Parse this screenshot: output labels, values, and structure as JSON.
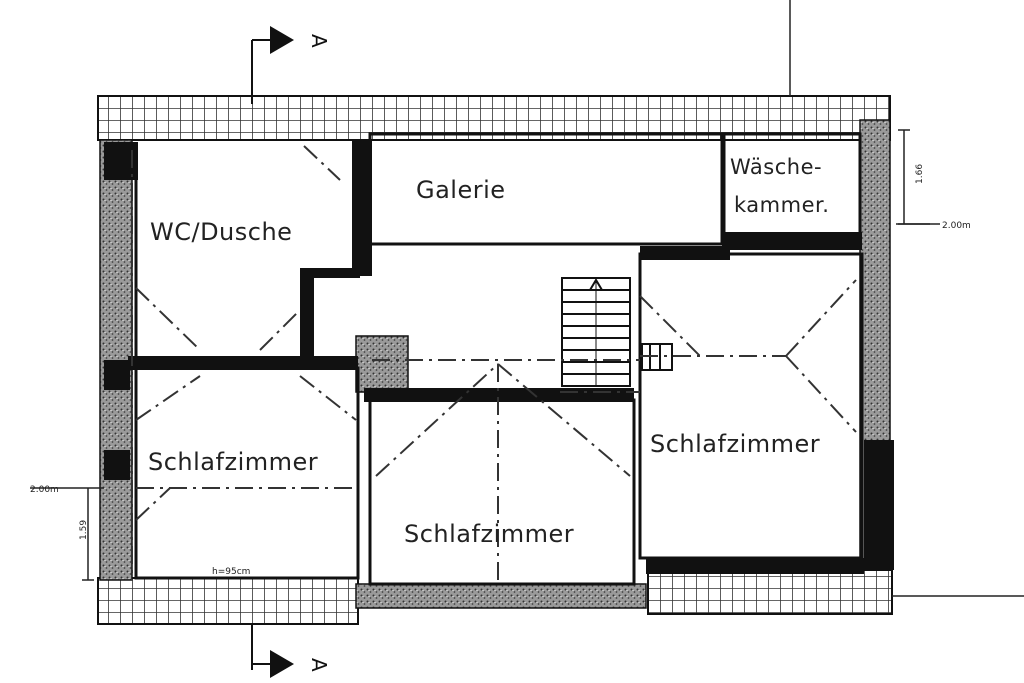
{
  "rooms": {
    "galerie": "Galerie",
    "wc": "WC/Dusche",
    "waesche_line1": "Wäsche-",
    "waesche_line2": "kammer.",
    "schlaf_left": "Schlafzimmer",
    "schlaf_center": "Schlafzimmer",
    "schlaf_right": "Schlafzimmer"
  },
  "dimensions": {
    "right_vertical": "1.66",
    "right_height": "2.00m",
    "left_height": "2.00m",
    "left_vertical": "1.59",
    "sill_height": "h=95cm"
  },
  "section_markers": {
    "top": "A",
    "bottom": "A"
  },
  "colors": {
    "wall": "#111111",
    "hatch": "#555555",
    "paper": "#ffffff"
  }
}
